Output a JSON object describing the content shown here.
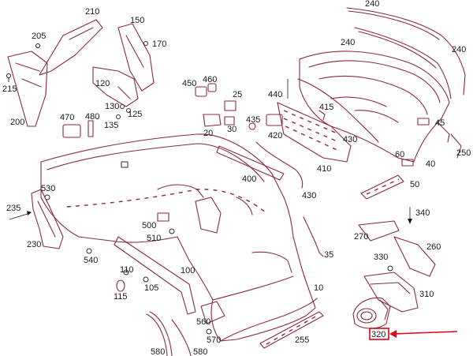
{
  "labels": {
    "p210": "210",
    "p150": "150",
    "p205": "205",
    "p170": "170",
    "p215": "215",
    "p200": "200",
    "p120": "120",
    "p470": "470",
    "p480": "480",
    "p130": "130",
    "p135": "135",
    "p125": "125",
    "p450": "450",
    "p460": "460",
    "p25": "25",
    "p440": "440",
    "p415": "415",
    "p435": "435",
    "p20": "20",
    "p30": "30",
    "p420": "420",
    "p430a": "430",
    "p410": "410",
    "p400": "400",
    "p430b": "430",
    "p240a": "240",
    "p240b": "240",
    "p240c": "240",
    "p45": "45",
    "p250": "250",
    "p60": "60",
    "p40": "40",
    "p50": "50",
    "p530": "530",
    "p235": "235",
    "p230": "230",
    "p500": "500",
    "p510": "510",
    "p540": "540",
    "p340": "340",
    "p270": "270",
    "p260": "260",
    "p35": "35",
    "p330": "330",
    "p110": "110",
    "p105": "105",
    "p100": "100",
    "p115": "115",
    "p10": "10",
    "p310": "310",
    "p560": "560",
    "p570": "570",
    "p255": "255",
    "p580a": "580",
    "p580b": "580",
    "p320": "320"
  },
  "highlight": {
    "part": "320",
    "color": "#e0001a"
  },
  "colors": {
    "line": "#8a2a3c",
    "label": "#1a1a1a",
    "highlight": "#e0001a"
  }
}
